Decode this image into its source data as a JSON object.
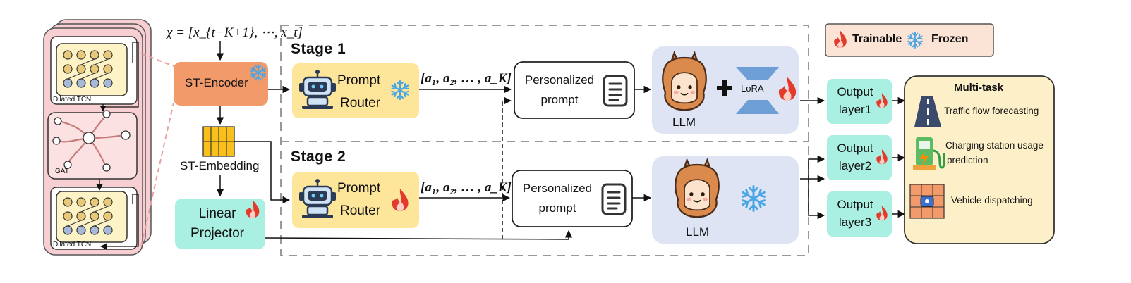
{
  "input_formula": "χ = [x_{t−K+1}, ⋯, x_t]",
  "legend": {
    "trainable": "Trainable",
    "frozen": "Frozen"
  },
  "left_panel": {
    "top_label": "Dilated TCN",
    "mid_label": "GAT",
    "bottom_label": "Dilated TCN"
  },
  "st_encoder": "ST-Encoder",
  "st_embedding": "ST-Embedding",
  "linear_projector": {
    "line1": "Linear",
    "line2": "Projector"
  },
  "stage1": {
    "title": "Stage  1",
    "router": {
      "line1": "Prompt",
      "line2": "Router"
    },
    "output_vector": "[a₁, a₂, … , a_K]",
    "prompt": {
      "line1": "Personalized",
      "line2": "prompt"
    },
    "llm": "LLM",
    "lora": "LoRA"
  },
  "stage2": {
    "title": "Stage  2",
    "router": {
      "line1": "Prompt",
      "line2": "Router"
    },
    "output_vector": "[a₁, a₂, … , a_K]",
    "prompt": {
      "line1": "Personalized",
      "line2": "prompt"
    },
    "llm": "LLM"
  },
  "output_layers": [
    {
      "line1": "Output",
      "line2": "layer1"
    },
    {
      "line1": "Output",
      "line2": "layer2"
    },
    {
      "line1": "Output",
      "line2": "layer3"
    }
  ],
  "multitask": {
    "title": "Multi-task",
    "items": [
      {
        "text": "Traffic flow forecasting"
      },
      {
        "line1": "Charging station usage",
        "line2": "prediction"
      },
      {
        "text": "Vehicle dispatching"
      }
    ]
  },
  "colors": {
    "encoder": "#f39a6b",
    "router": "#fde59a",
    "linear": "#a9f0e2",
    "llm_panel": "#dfe4f5",
    "left_panel": "#f7cfd2",
    "tcn": "#fdf3c6",
    "gat": "#fbe1e1",
    "legend_bg": "#fbe3d6",
    "multitask_bg": "#fdf0c9",
    "embedding": "#f9bf1a",
    "fire": "#e23a2b",
    "snow": "#4aa6e4"
  }
}
